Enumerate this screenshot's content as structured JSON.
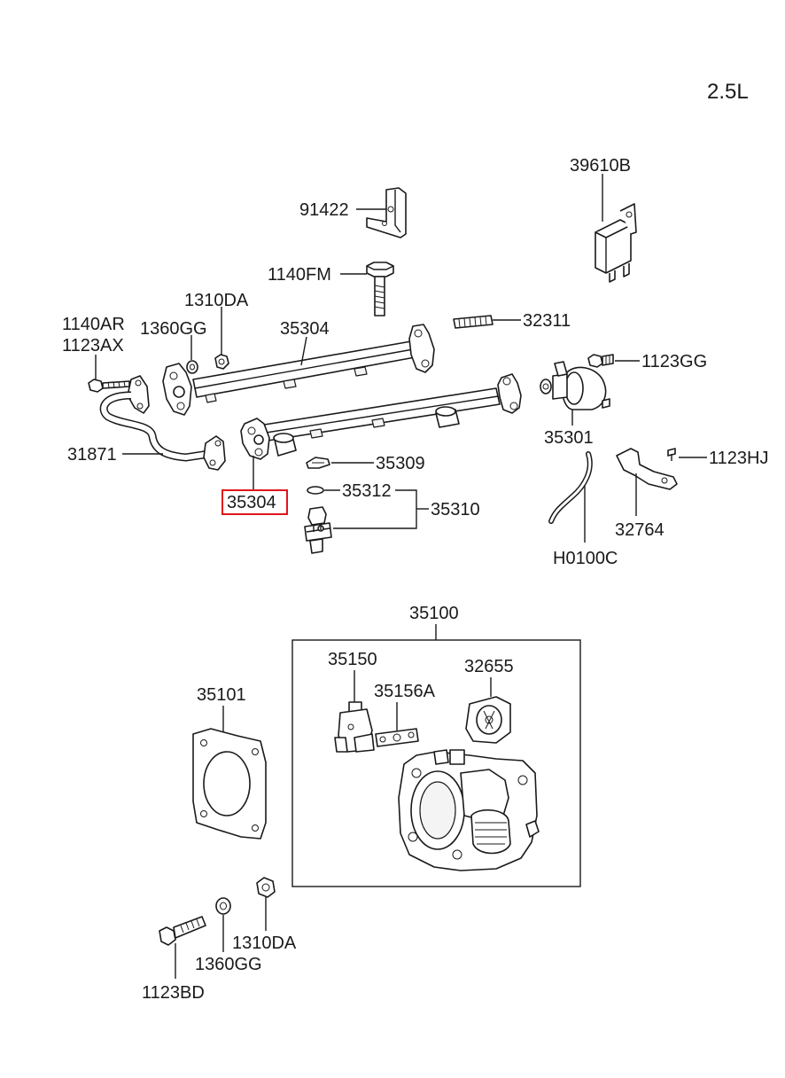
{
  "engine_label": "2.5L",
  "highlight_color": "#e0161b",
  "parts": {
    "p39610B": "39610B",
    "p91422": "91422",
    "p1140FM": "1140FM",
    "p1310DA_top": "1310DA",
    "p1360GG_top": "1360GG",
    "p35304_top": "35304",
    "p32311": "32311",
    "p1140AR": "1140AR",
    "p1123AX": "1123AX",
    "p1123GG": "1123GG",
    "p31871": "31871",
    "p35301": "35301",
    "p1123HJ": "1123HJ",
    "p35309": "35309",
    "p35304_sel": "35304",
    "p35312": "35312",
    "p35310": "35310",
    "p32764": "32764",
    "pH0100C": "H0100C",
    "p35100": "35100",
    "p35150": "35150",
    "p32655": "32655",
    "p35156A": "35156A",
    "p35101": "35101",
    "p1310DA_bot": "1310DA",
    "p1360GG_bot": "1360GG",
    "p1123BD": "1123BD"
  }
}
